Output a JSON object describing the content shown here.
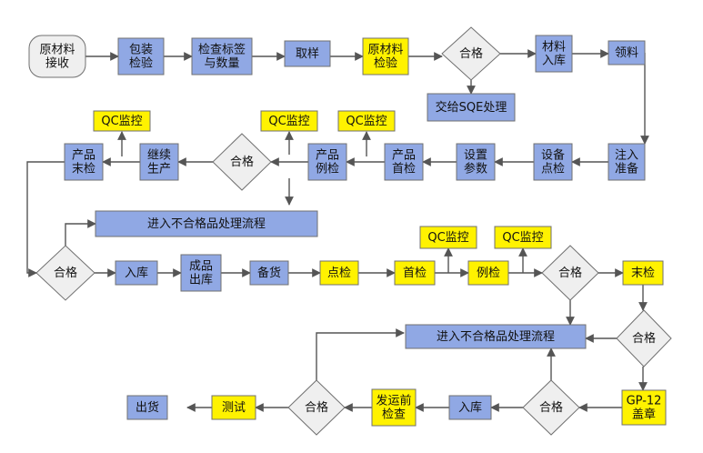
{
  "colors": {
    "blue": "#90a8e4",
    "yellow": "#fff200",
    "diamond": "#efefef",
    "outline": "#707070",
    "arrow": "#555555",
    "start": "#efefef"
  },
  "nodes": {
    "receive": "原材料\n接收",
    "package_check": "包装\n检验",
    "label_qty_check": "检查标签\n与数量",
    "sampling": "取样",
    "material_inspect": "原材料\n检验",
    "pass1": "合格",
    "sqe": "交给SQE处理",
    "warehouse_in": "材料\n入库",
    "pick_material": "领料",
    "inject_prep": "注入\n准备",
    "equipment_check": "设备\n点检",
    "set_params": "设置\n参数",
    "first_article": "产品\n首检",
    "qc1": "QC监控",
    "patrol_check": "产品\n例检",
    "qc2": "QC监控",
    "pass2": "合格",
    "continue_prod": "继续\n生产",
    "qc3": "QC监控",
    "final_check": "产品\n末检",
    "nc_flow1": "进入不合格品处理流程",
    "pass3": "合格",
    "store_in": "入库",
    "fg_out": "成品\n出库",
    "stock_prep": "备货",
    "spot_check": "点检",
    "first_check": "首检",
    "qc4": "QC监控",
    "routine_check": "例检",
    "qc5": "QC监控",
    "pass4": "合格",
    "end_check": "末检",
    "pass5": "合格",
    "nc_flow2": "进入不合格品处理流程",
    "gp12": "GP-12\n盖章",
    "pass6": "合格",
    "store_in2": "入库",
    "pre_ship_check": "发运前\n检查",
    "pass7": "合格",
    "test": "测试",
    "ship": "出货"
  }
}
